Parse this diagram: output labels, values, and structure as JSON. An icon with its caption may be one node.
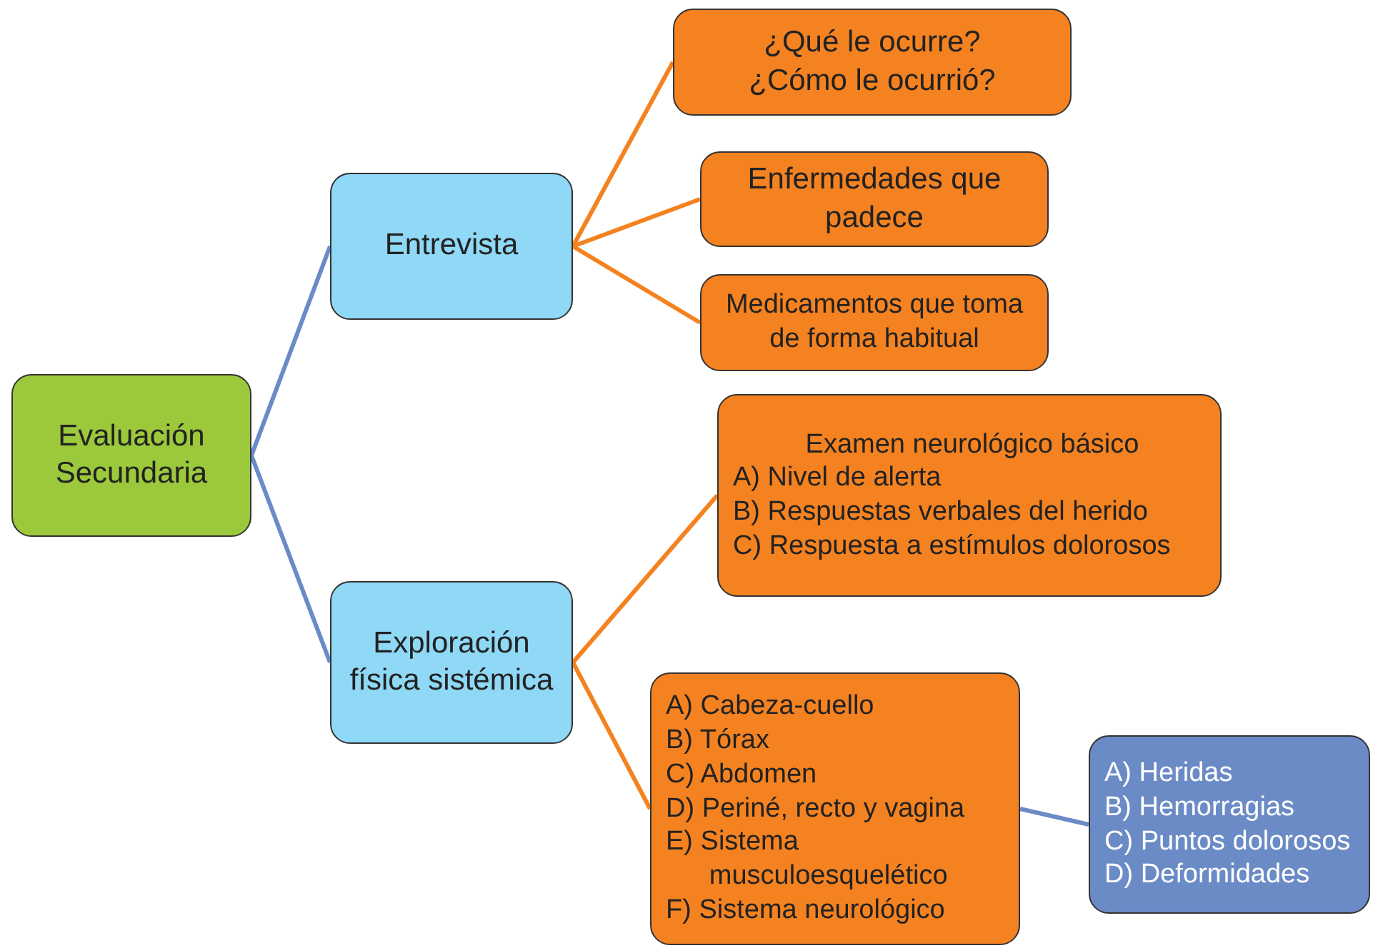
{
  "diagram": {
    "nodes": [
      {
        "text": [
          "Evaluación Secundaria"
        ]
      },
      {
        "text": [
          "Entrevista"
        ]
      },
      {
        "text": [
          "Exploración física sistémica"
        ]
      },
      {
        "text": [
          "¿Qué le ocurre?",
          "¿Cómo le ocurrió?"
        ]
      },
      {
        "text": [
          "Enfermedades que padece"
        ]
      },
      {
        "text": [
          "Medicamentos que toma de forma habitual"
        ]
      },
      {
        "text": [
          "Examen neurológico básico",
          "A) Nivel de alerta",
          "B) Respuestas verbales del herido",
          "C) Respuesta a estímulos dolorosos"
        ]
      },
      {
        "text": [
          "A) Cabeza-cuello",
          "B) Tórax",
          "C) Abdomen",
          "D) Periné, recto y vagina",
          "E) Sistema musculoesquelético",
          "F) Sistema neurológico"
        ]
      },
      {
        "text": [
          "A) Heridas",
          "B) Hemorragias",
          "C) Puntos dolorosos",
          "D) Deformidades"
        ]
      }
    ],
    "edges": [
      {
        "from": 0,
        "to": 1,
        "arrow": "none",
        "color": "#6b8bc6"
      },
      {
        "from": 0,
        "to": 2,
        "arrow": "none",
        "color": "#6b8bc6"
      },
      {
        "from": 1,
        "to": 3,
        "arrow": "none"
      },
      {
        "from": 1,
        "to": 4,
        "arrow": "none"
      },
      {
        "from": 1,
        "to": 5,
        "arrow": "none"
      },
      {
        "from": 2,
        "to": 6,
        "arrow": "none"
      },
      {
        "from": 2,
        "to": 7,
        "arrow": "none"
      },
      {
        "from": 7,
        "to": 8,
        "arrow": "none",
        "color": "#6b8bc6"
      }
    ]
  }
}
